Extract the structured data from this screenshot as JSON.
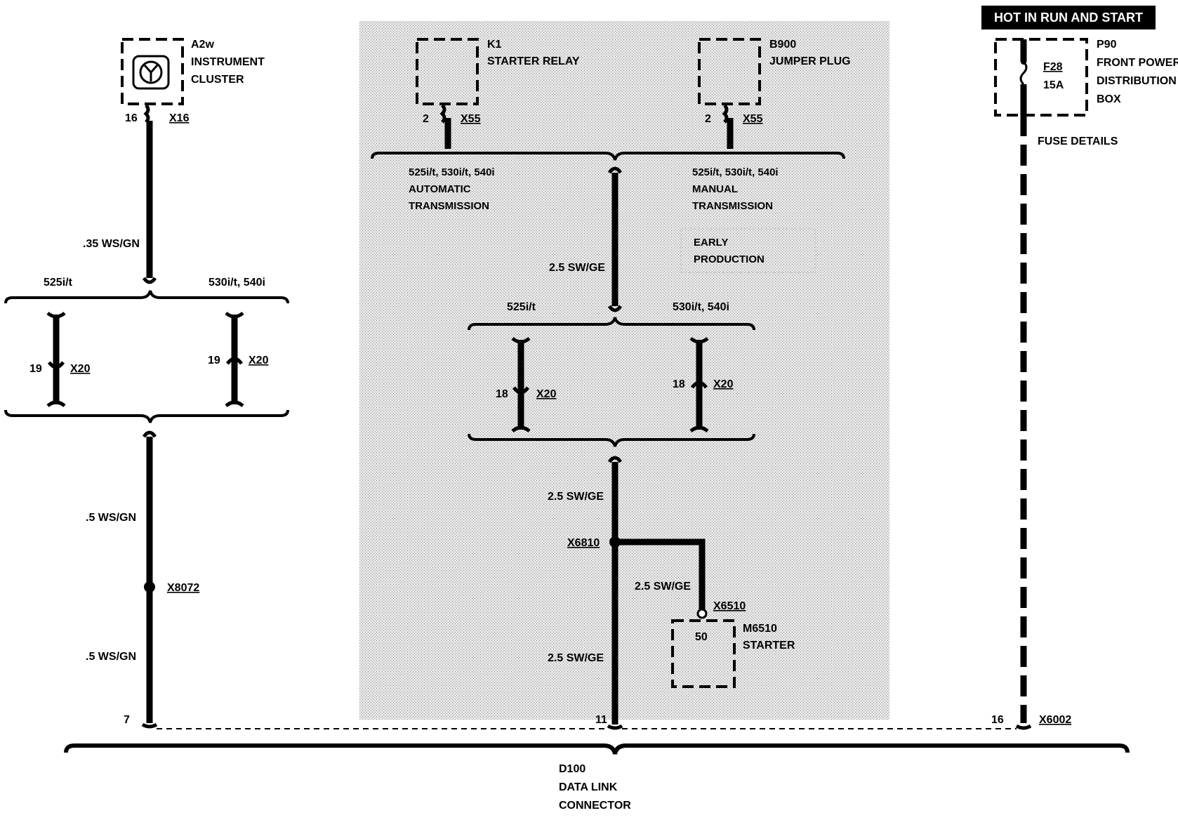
{
  "banner": {
    "text": "HOT IN RUN AND START"
  },
  "components": {
    "a2w": {
      "id": "A2w",
      "line1": "INSTRUMENT",
      "line2": "CLUSTER",
      "pin": "16",
      "conn": "X16"
    },
    "k1": {
      "id": "K1",
      "name": "STARTER RELAY",
      "pin": "2",
      "conn": "X55"
    },
    "b900": {
      "id": "B900",
      "name": "JUMPER PLUG",
      "pin": "2",
      "conn": "X55"
    },
    "p90": {
      "id": "P90",
      "line1": "FRONT POWER",
      "line2": "DISTRIBUTION",
      "line3": "BOX",
      "fuse": "F28",
      "rating": "15A",
      "details": "FUSE DETAILS"
    },
    "m6510": {
      "id": "M6510",
      "name": "STARTER",
      "conn": "X6510",
      "pin": "50"
    },
    "d100": {
      "id": "D100",
      "line1": "DATA LINK",
      "line2": "CONNECTOR"
    }
  },
  "branches": {
    "auto": {
      "line1": "525i/t, 530i/t, 540i",
      "line2": "AUTOMATIC",
      "line3": "TRANSMISSION"
    },
    "manual": {
      "line1": "525i/t, 530i/t, 540i",
      "line2": "MANUAL",
      "line3": "TRANSMISSION"
    },
    "early": {
      "line1": "EARLY",
      "line2": "PRODUCTION"
    },
    "left_a": "525i/t",
    "left_b": "530i/t, 540i",
    "mid_a": "525i/t",
    "mid_b": "530i/t, 540i"
  },
  "wires": {
    "w1": ".35 WS/GN",
    "w2": ".5 WS/GN",
    "w3": ".5 WS/GN",
    "w4": "2.5 SW/GE",
    "w5": "2.5 SW/GE",
    "w6": "2.5 SW/GE",
    "w7": "2.5 SW/GE"
  },
  "connectors": {
    "left_x20_a": {
      "pin": "19",
      "conn": "X20"
    },
    "left_x20_b": {
      "pin": "19",
      "conn": "X20"
    },
    "mid_x20_a": {
      "pin": "18",
      "conn": "X20"
    },
    "mid_x20_b": {
      "pin": "18",
      "conn": "X20"
    },
    "splice_left": "X8072",
    "splice_mid": "X6810",
    "d100_pin_left": "7",
    "d100_pin_mid": "11",
    "d100_pin_right": "16",
    "x6002": "X6002"
  }
}
